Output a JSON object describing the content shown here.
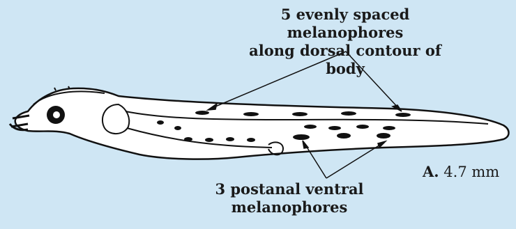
{
  "annotations": {
    "dorsal": {
      "line1": "5 evenly spaced melanophores",
      "line2": "along dorsal contour of body"
    },
    "ventral": {
      "line1": "3 postanal ventral",
      "line2": "melanophores"
    }
  },
  "specimen": {
    "letter": "A.",
    "size": "4.7 mm"
  },
  "colors": {
    "background": "#cfe6f4",
    "ink": "#111111",
    "body": "#ffffff"
  }
}
